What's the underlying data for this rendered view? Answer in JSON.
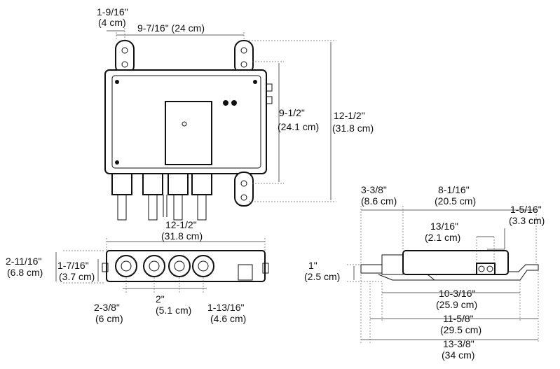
{
  "labels": {
    "top_dim1_in": "1-9/16\"",
    "top_dim1_cm": "(4 cm)",
    "top_dim2": "9-7/16\" (24 cm)",
    "height_inner_in": "9-1/2\"",
    "height_inner_cm": "(24.1 cm)",
    "height_outer_in": "12-1/2\"",
    "height_outer_cm": "(31.8 cm)",
    "bottom_width_in": "12-1/2\"",
    "bottom_width_cm": "(31.8 cm)",
    "bottom_h1_in": "2-11/16\"",
    "bottom_h1_cm": "(6.8 cm)",
    "bottom_h2_in": "1-7/16\"",
    "bottom_h2_cm": "(3.7 cm)",
    "spacing1_in": "2-3/8\"",
    "spacing1_cm": "(6 cm)",
    "spacing2_in": "2\"",
    "spacing2_cm": "(5.1 cm)",
    "spacing3_in": "1-13/16\"",
    "spacing3_cm": "(4.6 cm)",
    "side_d1_in": "3-3/8\"",
    "side_d1_cm": "(8.6 cm)",
    "side_d2_in": "8-1/16\"",
    "side_d2_cm": "(20.5 cm)",
    "side_d3_in": "1-5/16\"",
    "side_d3_cm": "(3.3 cm)",
    "side_d4_in": "13/16\"",
    "side_d4_cm": "(2.1 cm)",
    "side_d5_in": "1\"",
    "side_d5_cm": "(2.5 cm)",
    "side_d6_in": "10-3/16\"",
    "side_d6_cm": "(25.9 cm)",
    "side_d7_in": "11-5/8\"",
    "side_d7_cm": "(29.5 cm)",
    "side_d8_in": "13-3/8\"",
    "side_d8_cm": "(34 cm)"
  }
}
